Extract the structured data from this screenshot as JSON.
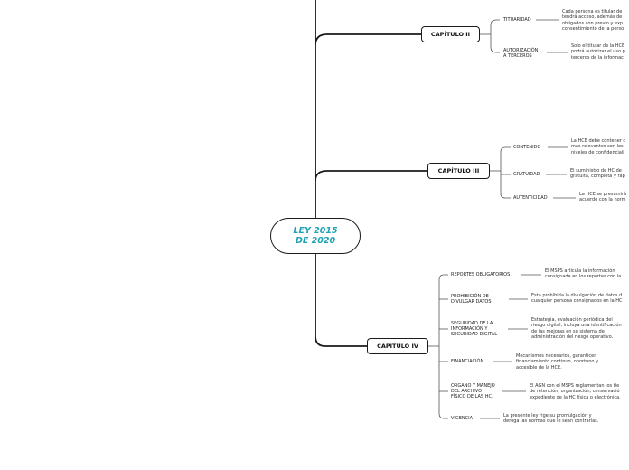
{
  "root": {
    "line1": "LEY 2015",
    "line2": "DE 2020"
  },
  "chapters": [
    {
      "title": "CAPÍTULO II",
      "items": [
        {
          "label": [
            "TITUARIDAD"
          ],
          "desc": [
            "Cada persona es titular de",
            "tendrá acceso, además de",
            "obligados con previo y exp",
            "consentimiento de la perso"
          ]
        },
        {
          "label": [
            "AUTORIZACIÓN",
            "A TERCEROS"
          ],
          "desc": [
            "Solo el titular de la HCE",
            "podrá autorizar el uso p",
            "terceros de la informac"
          ]
        }
      ]
    },
    {
      "title": "CAPÍTULO III",
      "items": [
        {
          "label": [
            "CONTENIDO"
          ],
          "desc": [
            "La HCE debe contener c",
            "mas relevantes con los",
            "niveles de confidenciali"
          ]
        },
        {
          "label": [
            "GRATUIDAD"
          ],
          "desc": [
            "El suministro de HC de",
            "gratuita, completa y ráp"
          ]
        },
        {
          "label": [
            "AUTENTICIDAD"
          ],
          "desc": [
            "La HCE se presumirá",
            "acuerdo con la norm"
          ]
        }
      ]
    },
    {
      "title": "CAPÍTULO IV",
      "items": [
        {
          "label": [
            "REPORTES OBLIGATORIOS"
          ],
          "desc": [
            "El MSPS articula la información",
            "consignada en los reportes con la"
          ]
        },
        {
          "label": [
            "PROHIBICIÓN DE",
            "DIVULGAR DATOS"
          ],
          "desc": [
            "Está prohibida la divulgación de datos d",
            "cualquier persona consignados en la HC"
          ]
        },
        {
          "label": [
            "SEGURIDAD DE LA",
            "INFORMACIÓN Y",
            "SEGURIDAD DIGITAL"
          ],
          "desc": [
            "Estrategia, evaluación periódica del",
            "riesgo digital, incluya una identificación",
            "de las mejoras en su sistema de",
            "administración del riesgo operativo."
          ]
        },
        {
          "label": [
            "FINANCIACIÓN"
          ],
          "desc": [
            "Mecanismos necesarios, garanticen",
            "financiamiento continuo, oportuno y",
            "accesible de la HCE."
          ]
        },
        {
          "label": [
            "ORGANO Y MANEJO",
            "DEL ARCHIVO",
            "FÍSICO DE LAS HC."
          ],
          "desc": [
            "El AGN con el MSPS reglamentan los tie",
            "de retención, organización, conservació",
            "expediente de la HC física o electrónica."
          ]
        },
        {
          "label": [
            "VIGENCIA"
          ],
          "desc": [
            "La presente ley rige su promulgación y",
            "deroga las normas que le sean contrarias."
          ]
        }
      ]
    }
  ],
  "colors": {
    "root_text": "#1fa3b4",
    "line": "#1a1a1a"
  }
}
